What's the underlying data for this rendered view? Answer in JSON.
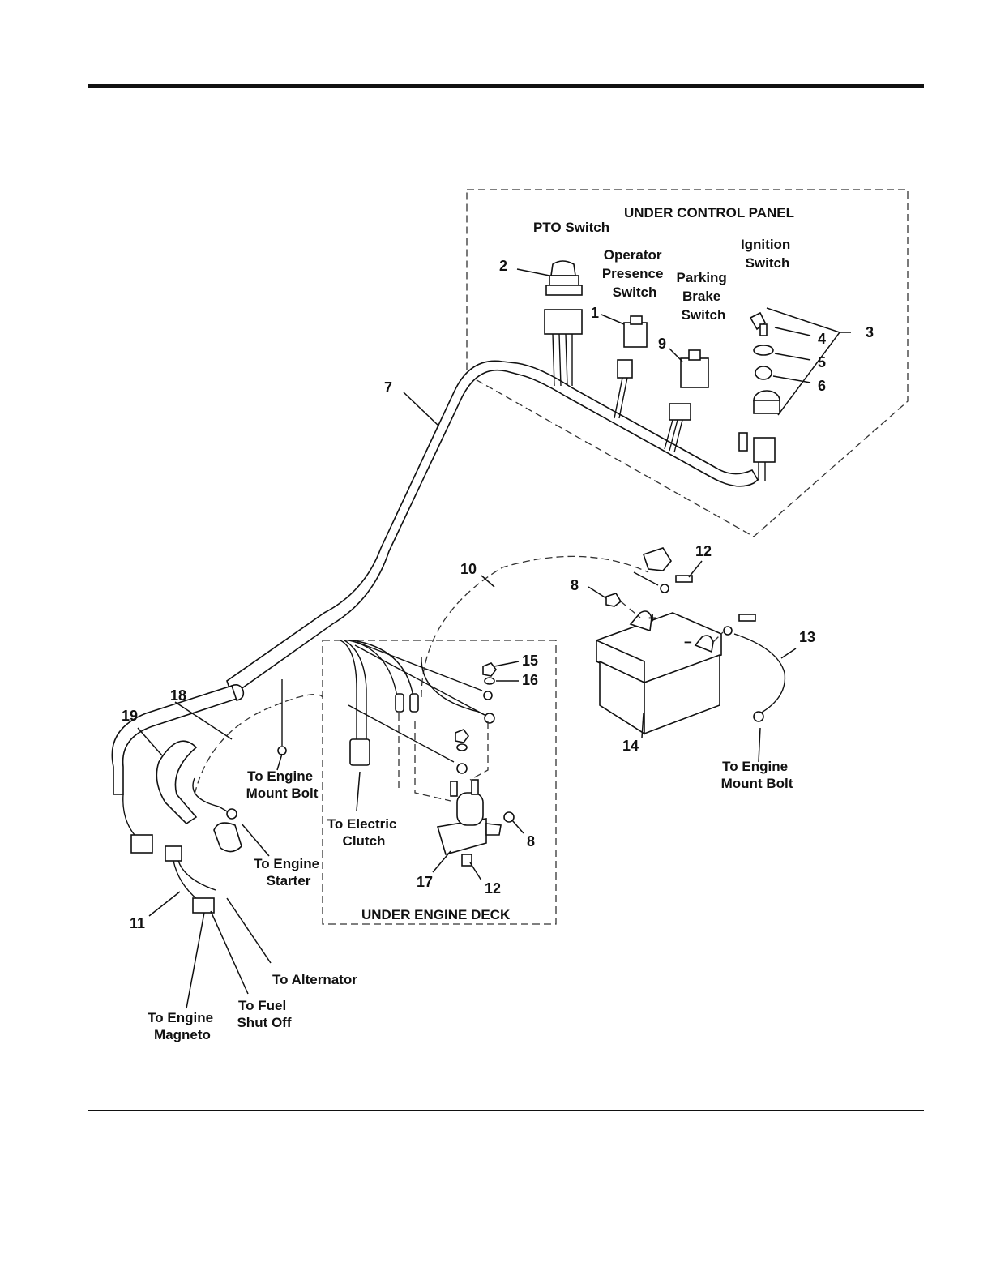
{
  "regions": {
    "under_control_panel": "UNDER CONTROL PANEL",
    "under_engine_deck": "UNDER ENGINE DECK"
  },
  "labels": {
    "pto_switch": "PTO Switch",
    "operator_presence": [
      "Operator",
      "Presence",
      "Switch"
    ],
    "parking_brake": [
      "Parking",
      "Brake",
      "Switch"
    ],
    "ignition_switch": [
      "Ignition",
      "Switch"
    ],
    "to_engine_mount_bolt_left": [
      "To Engine",
      "Mount Bolt"
    ],
    "to_engine_mount_bolt_right": [
      "To Engine",
      "Mount Bolt"
    ],
    "to_electric_clutch": [
      "To Electric",
      "Clutch"
    ],
    "to_engine_starter": [
      "To Engine",
      "Starter"
    ],
    "to_alternator": "To Alternator",
    "to_engine_magneto": [
      "To Engine",
      "Magneto"
    ],
    "to_fuel_shut_off": [
      "To Fuel",
      "Shut Off"
    ]
  },
  "callouts": {
    "c1": "1",
    "c2": "2",
    "c3": "3",
    "c4": "4",
    "c5": "5",
    "c6": "6",
    "c7": "7",
    "c8a": "8",
    "c8b": "8",
    "c9": "9",
    "c10": "10",
    "c11": "11",
    "c12a": "12",
    "c12b": "12",
    "c13": "13",
    "c14": "14",
    "c15": "15",
    "c16": "16",
    "c17": "17",
    "c18": "18",
    "c19": "19"
  },
  "battery_marks": {
    "plus": "+",
    "minus": "−"
  }
}
